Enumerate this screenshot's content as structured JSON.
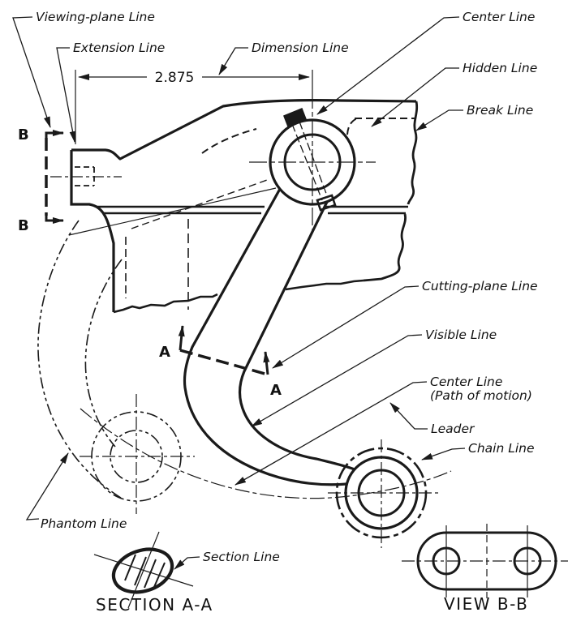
{
  "labels": {
    "viewing_plane": "Viewing-plane Line",
    "extension": "Extension Line",
    "dimension": "Dimension Line",
    "center": "Center Line",
    "hidden": "Hidden Line",
    "break_line": "Break Line",
    "cutting_plane": "Cutting-plane Line",
    "visible": "Visible Line",
    "center_path": "Center Line",
    "center_path_sub": "(Path of motion)",
    "leader": "Leader",
    "chain": "Chain Line",
    "phantom": "Phantom Line",
    "section": "Section Line"
  },
  "captions": {
    "section_aa": "SECTION A-A",
    "view_bb": "VIEW B-B"
  },
  "dimension_value": "2.875",
  "view_letters": {
    "a": "A",
    "b": "B"
  },
  "colors": {
    "ink": "#1a1a1a",
    "paper": "#ffffff"
  }
}
